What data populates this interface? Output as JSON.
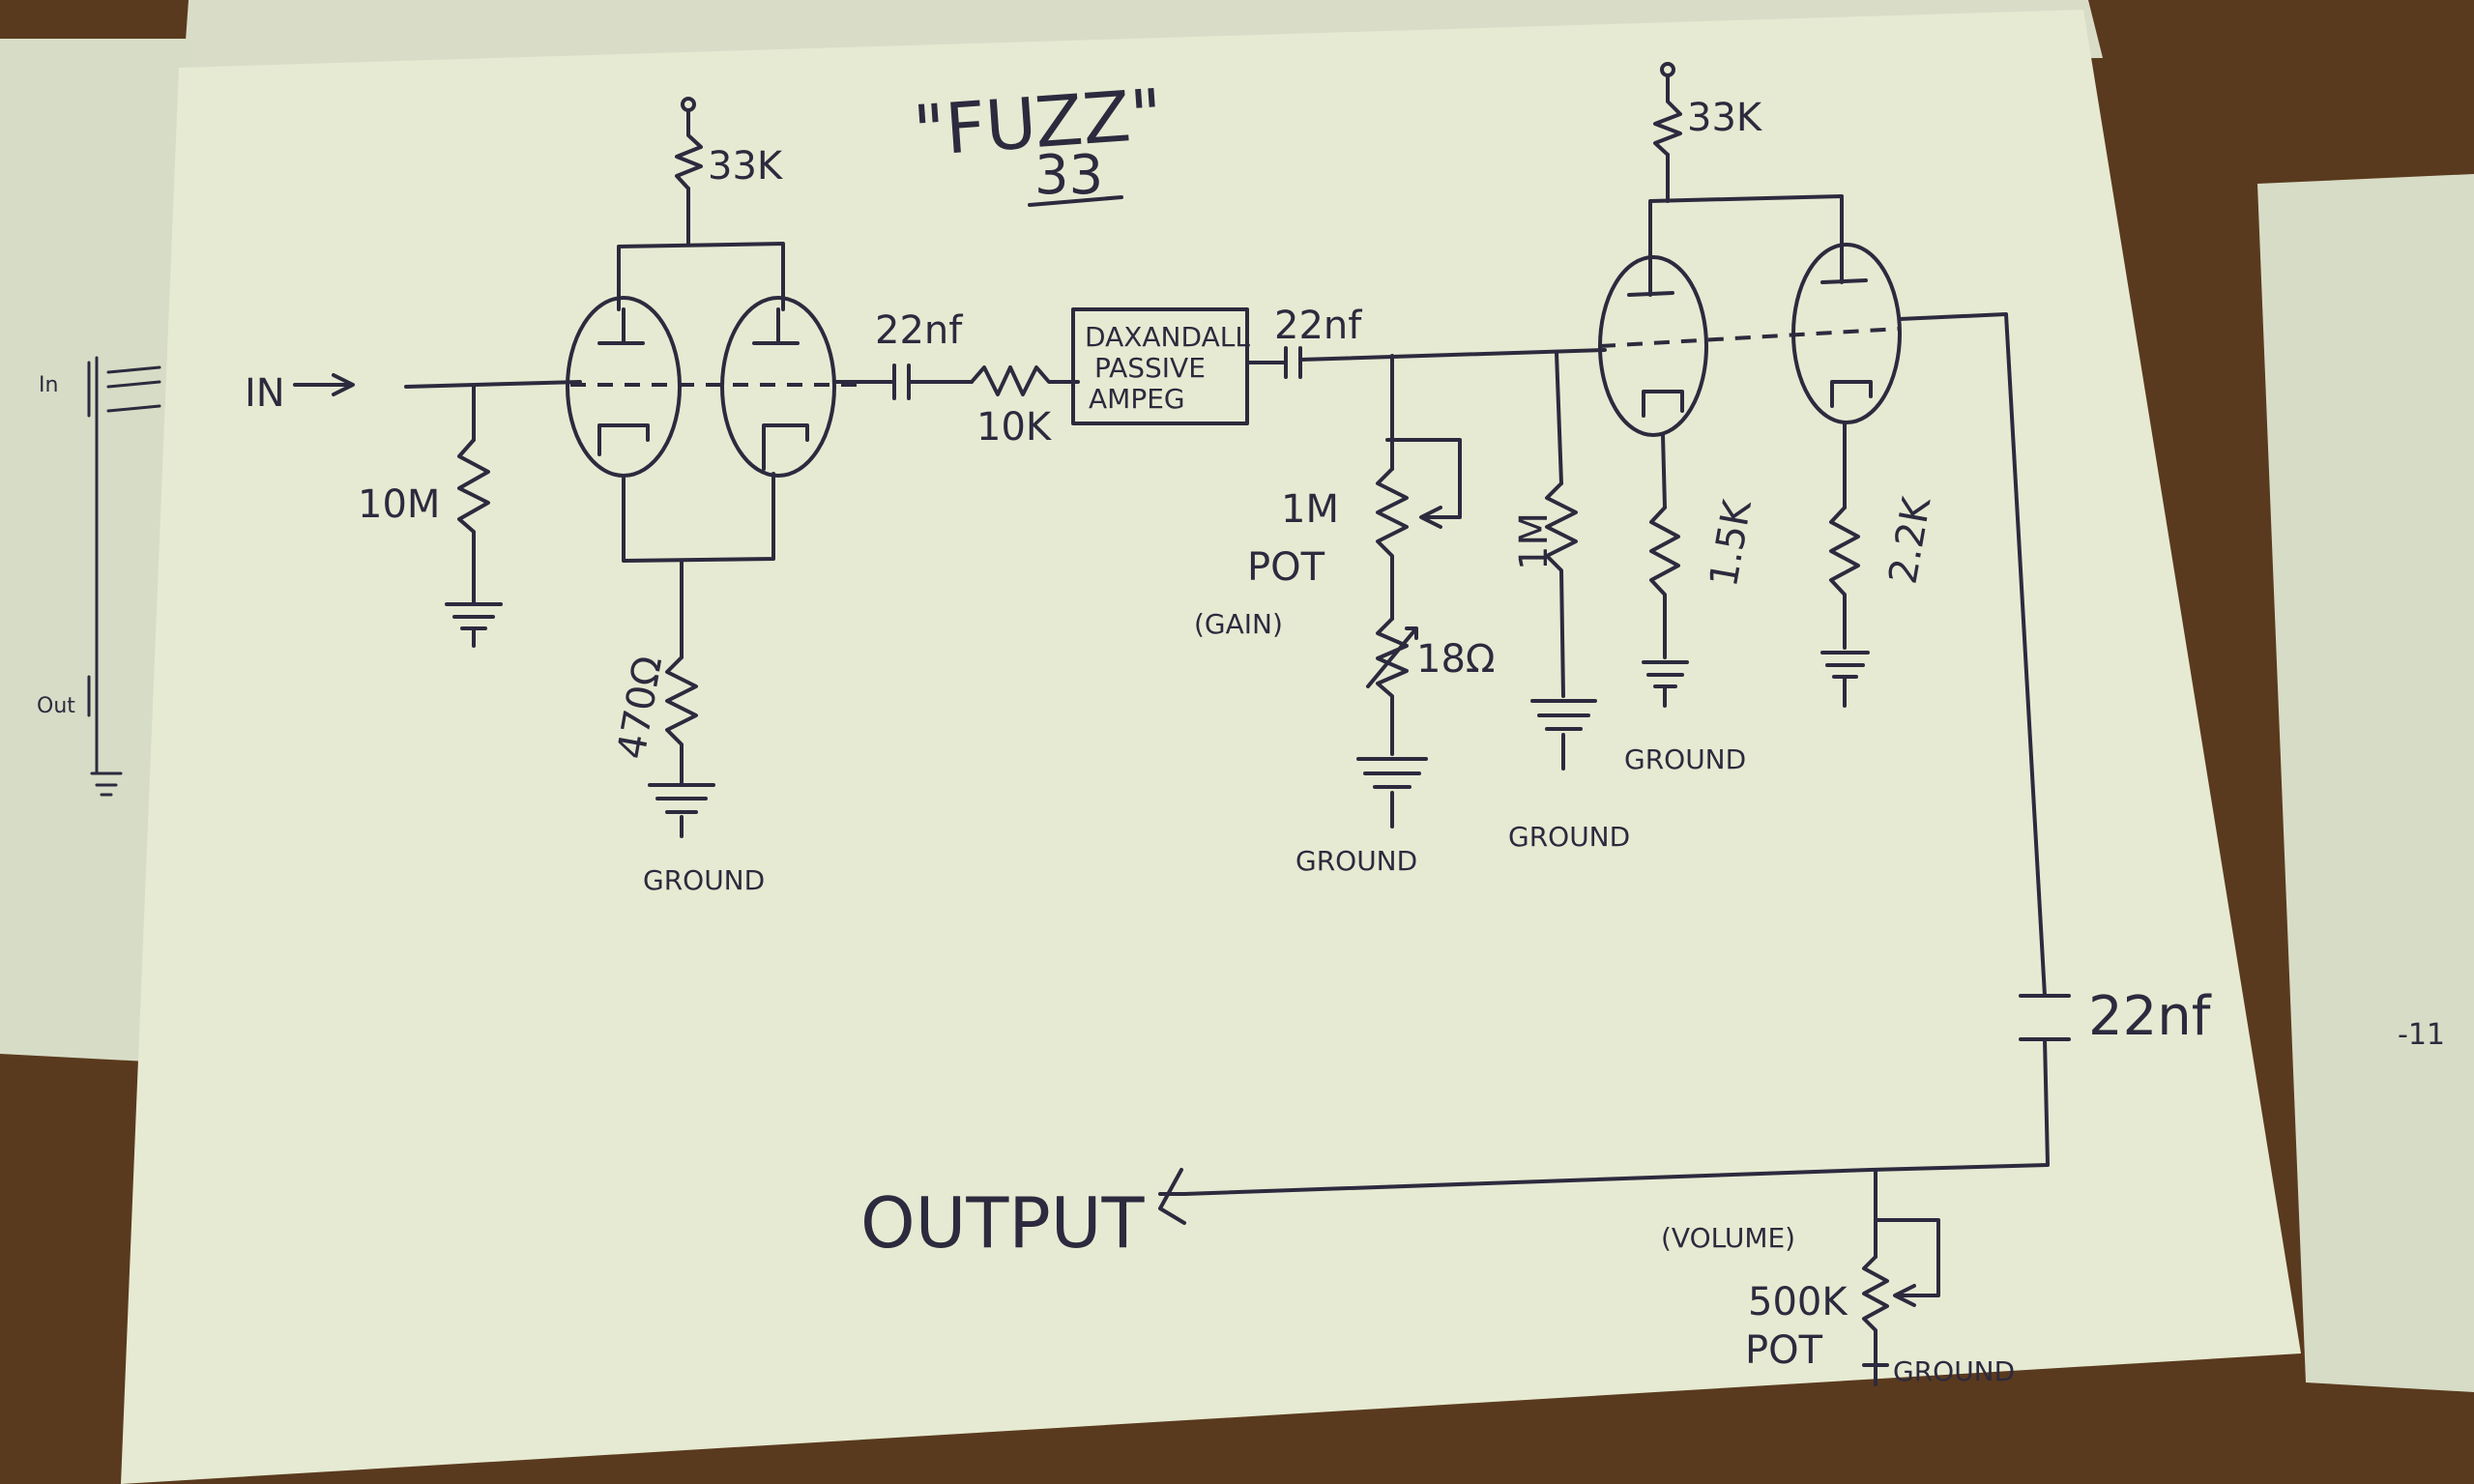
{
  "title": "\"FUZZ\"",
  "subtitle": "33",
  "block_label": [
    "DAXANDALL",
    "PASSIVE",
    "AMPEG"
  ],
  "labels": {
    "input": "IN",
    "output": "OUTPUT",
    "r_input": "10M",
    "r_plate_left": "33K",
    "r_plate_right": "33K",
    "r_cathode_left": "470Ω",
    "c_coupling_1": "22nf",
    "r_series": "10K",
    "c_coupling_2": "22nf",
    "gain_pot_value": "1M",
    "gain_pot_word": "POT",
    "gain_pot_name": "(GAIN)",
    "r_gain_series": "18Ω",
    "r_grid": "1M",
    "r_cathode_mid": "1.5K",
    "r_cathode_right": "2.2K",
    "c_output": "22nf",
    "volume_pot_name": "(VOLUME)",
    "volume_pot_value": "500K",
    "volume_pot_word": "POT"
  },
  "ground_labels": [
    "GROUND",
    "GROUND",
    "GROUND",
    "GROUND",
    "GROUND"
  ],
  "side_labels": {
    "in": "In",
    "out": "Out",
    "right_edge": "-11"
  },
  "colors": {
    "table": "#5a3a1e",
    "paper": "#e6ead2",
    "back_paper": "#d7dcc6",
    "ink": "#2c2a3e"
  }
}
